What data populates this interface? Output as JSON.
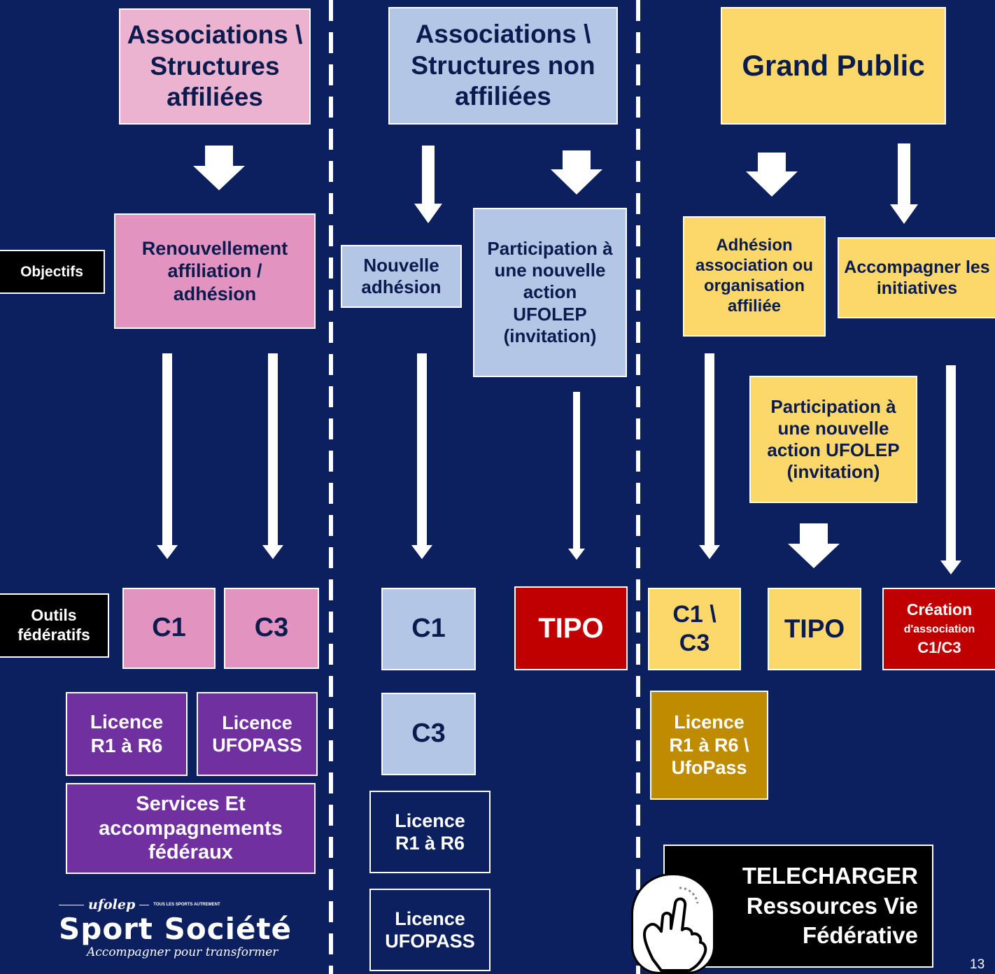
{
  "headers": {
    "affiliees": "Associations \\ Structures affiliées",
    "non_affiliees": "Associations \\ Structures non affiliées",
    "grand_public": "Grand Public"
  },
  "row_labels": {
    "objectifs": "Objectifs",
    "outils": "Outils fédératifs"
  },
  "objectives": {
    "renouvellement": "Renouvellement affiliation / adhésion",
    "nouvelle_adhesion": "Nouvelle adhésion",
    "participation_nonaff": "Participation à une nouvelle action UFOLEP (invitation)",
    "adhesion_association": "Adhésion association ou organisation affiliée",
    "accompagner": "Accompagner les initiatives",
    "participation_gp": "Participation à une nouvelle action UFOLEP (invitation)"
  },
  "tools": {
    "c1_a": "C1",
    "c3_a": "C3",
    "c1_b": "C1",
    "tipo_b": "TIPO",
    "c3_b": "C3",
    "c1c3_gp": "C1 \\ C3",
    "tipo_gp": "TIPO",
    "creation_title": "Création",
    "creation_sub": "d'association",
    "creation_code": "C1/C3"
  },
  "licences": {
    "r1r6_a": "Licence R1 à R6",
    "ufopass_a": "Licence UFOPASS",
    "services_a": "Services Et accompagnements fédéraux",
    "r1r6_b": "Licence R1 à R6",
    "ufopass_b": "Licence UFOPASS",
    "r1r6_ufopass_gp": "Licence R1 à R6 \\ UfoPass"
  },
  "download": {
    "line1": "TELECHARGER",
    "line2": "Ressources Vie",
    "line3": "Fédérative"
  },
  "logo": {
    "brand": "ufolep",
    "tagline": "TOUS LES SPORTS AUTREMENT",
    "title": "Sport Société",
    "subtitle": "Accompagner pour transformer"
  },
  "page_number": "13",
  "colors": {
    "background": "#0c2060",
    "pink": "#e393c0",
    "light_blue": "#b4c6e6",
    "yellow": "#fcd86b",
    "red": "#c00000",
    "purple": "#7030a0",
    "gold": "#bf8c00"
  },
  "icons": {
    "download": "pointing-hand-icon"
  }
}
